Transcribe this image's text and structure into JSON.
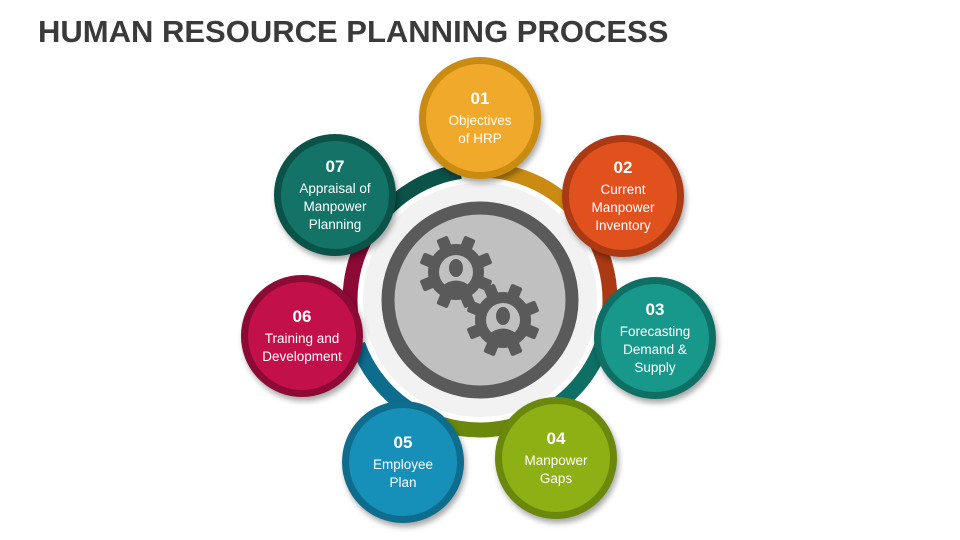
{
  "title": "HUMAN RESOURCE PLANNING PROCESS",
  "center_icon": "gears-with-people-icon",
  "steps": [
    {
      "num": "01",
      "label": "Objectives\nof HRP",
      "color": "#f0a92a",
      "border": "#c98b12"
    },
    {
      "num": "02",
      "label": "Current\nManpower\nInventory",
      "color": "#e0511e",
      "border": "#aa3914"
    },
    {
      "num": "03",
      "label": "Forecasting\nDemand &\nSupply",
      "color": "#17988b",
      "border": "#0e6f65"
    },
    {
      "num": "04",
      "label": "Manpower\nGaps",
      "color": "#8db015",
      "border": "#6a880c"
    },
    {
      "num": "05",
      "label": "Employee\nPlan",
      "color": "#1690b9",
      "border": "#0e6c8d"
    },
    {
      "num": "06",
      "label": "Training and\nDevelopment",
      "color": "#c2104b",
      "border": "#8c0a35"
    },
    {
      "num": "07",
      "label": "Appraisal of\nManpower\nPlanning",
      "color": "#137367",
      "border": "#0b5249"
    }
  ]
}
